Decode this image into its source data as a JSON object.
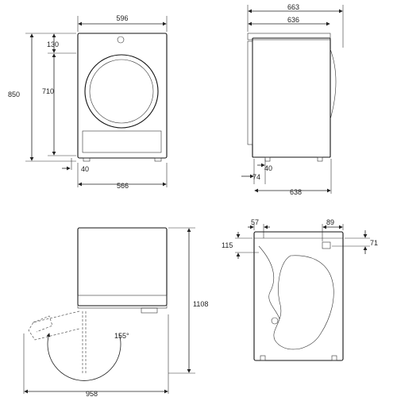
{
  "front_view": {
    "width": "596",
    "inner_width": "566",
    "height": "850",
    "door_height": "710",
    "top_offset": "130",
    "foot_height": "40"
  },
  "side_view": {
    "depth_total": "663",
    "depth_body": "636",
    "depth_base": "638",
    "foot_height": "40",
    "foot_offset": "74"
  },
  "open_door_view": {
    "total_height": "1108",
    "total_depth": "958",
    "door_angle": "155°"
  },
  "rear_view": {
    "left_offset": "57",
    "right_offset": "89",
    "left_height": "115",
    "right_height": "71"
  }
}
